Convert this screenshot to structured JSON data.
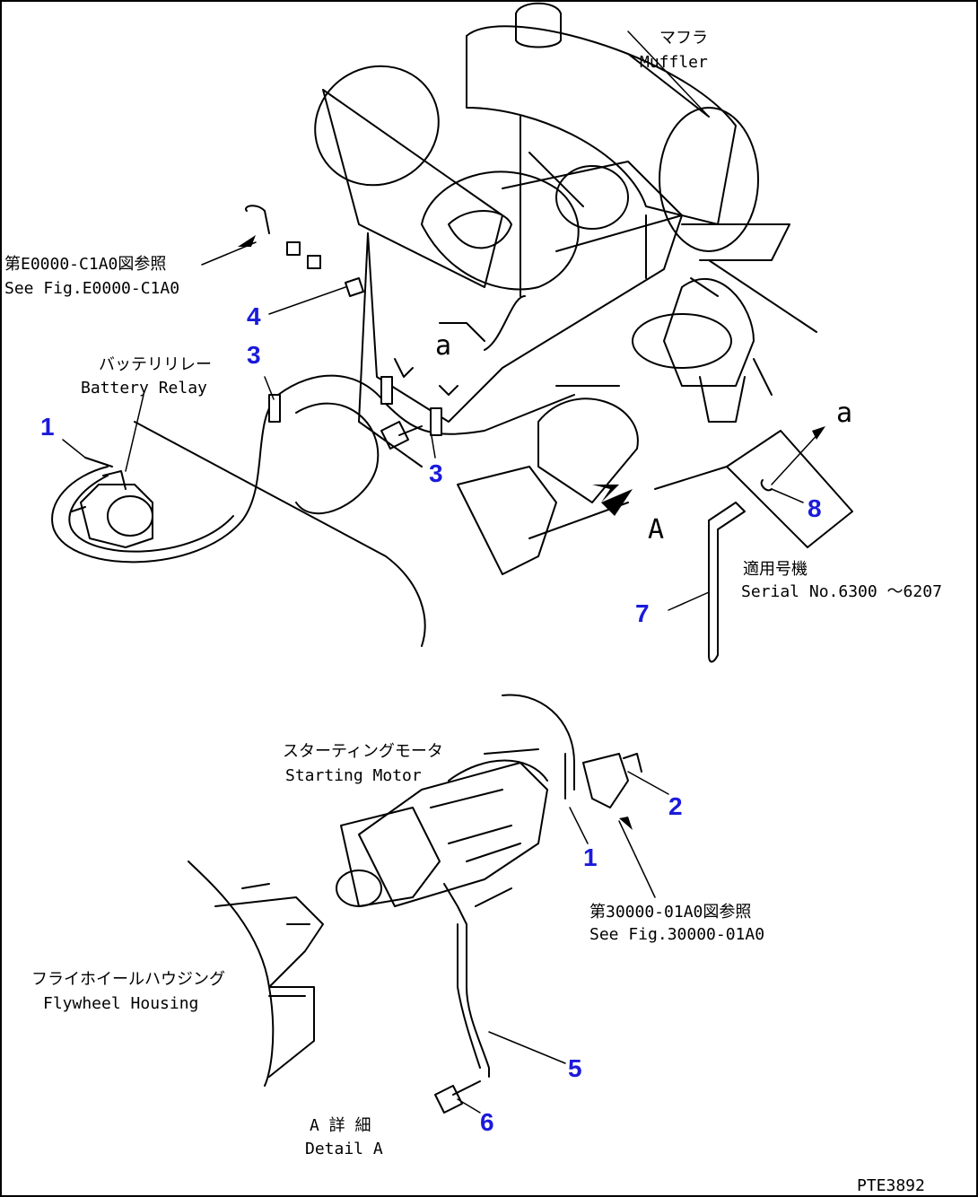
{
  "drawing_code": "PTE3892",
  "labels": {
    "muffler_jp": "マフラ",
    "muffler_en": "Muffler",
    "see_fig_top_jp": "第E0000-C1A0図参照",
    "see_fig_top_en": "See Fig.E0000-C1A0",
    "battery_relay_jp": "バッテリリレー",
    "battery_relay_en": "Battery Relay",
    "serial_jp": "適用号機",
    "serial_en": "Serial No.6300 ～6207",
    "starting_motor_jp": "スターティングモータ",
    "starting_motor_en": "Starting Motor",
    "see_fig_bottom_jp": "第30000-01A0図参照",
    "see_fig_bottom_en": "See Fig.30000-01A0",
    "flywheel_jp": "フライホイールハウジング",
    "flywheel_en": "Flywheel Housing",
    "detail_jp": "A 詳 細",
    "detail_en": "Detail A",
    "detail_mark_A": "A",
    "detail_mark_a1": "a",
    "detail_mark_a2": "a"
  },
  "callouts": {
    "c1_top": "1",
    "c1_bottom": "1",
    "c2": "2",
    "c3_top": "3",
    "c3_bottom": "3",
    "c4": "4",
    "c5": "5",
    "c6": "6",
    "c7": "7",
    "c8": "8"
  }
}
